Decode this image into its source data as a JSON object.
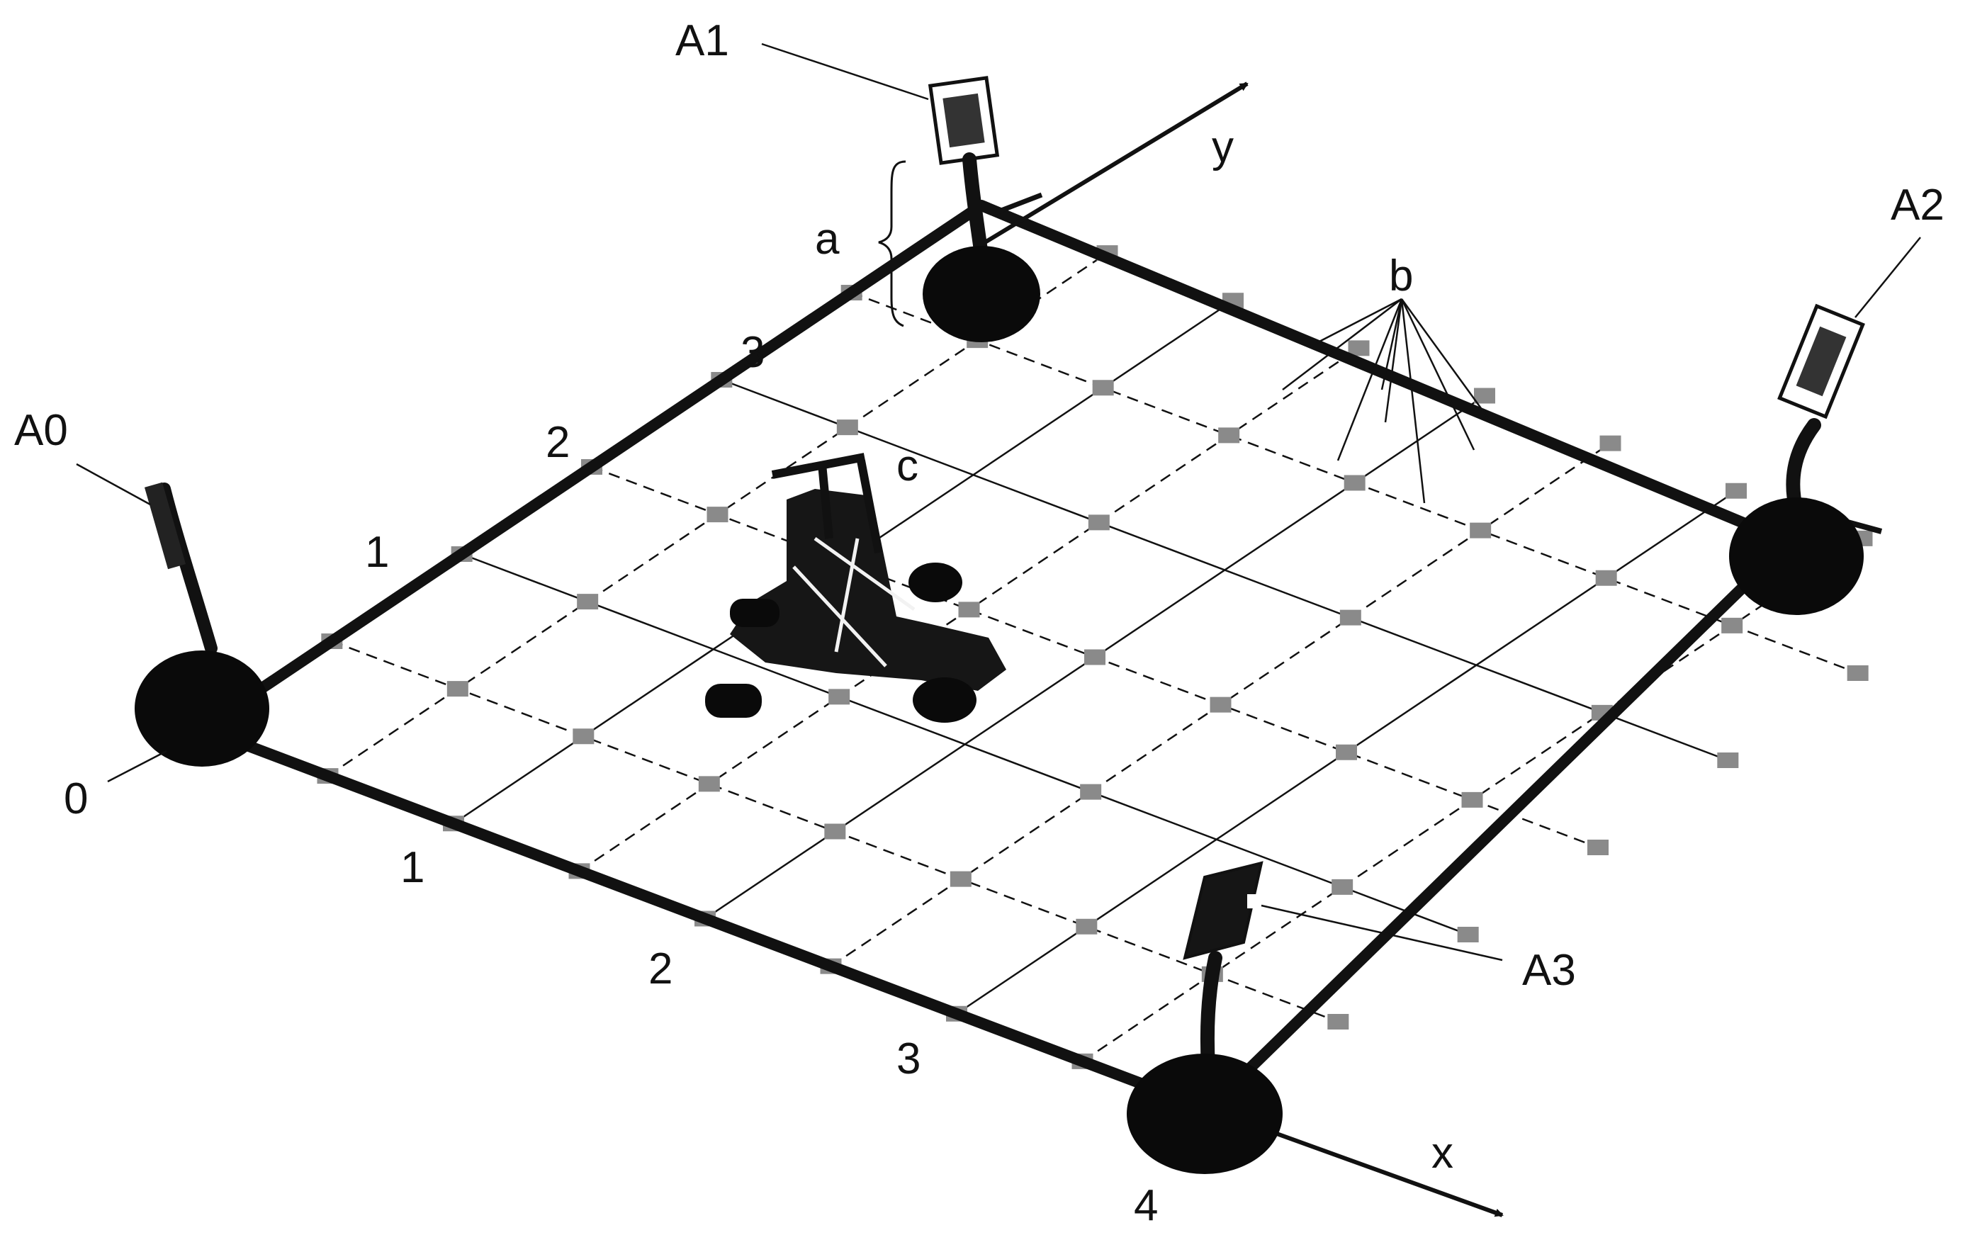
{
  "labels": {
    "a0": "A0",
    "a1": "A1",
    "a2": "A2",
    "a3": "A3",
    "origin": "0",
    "a": "a",
    "b": "b",
    "c": "c",
    "x_axis": "x",
    "y_axis": "y",
    "x_ticks": [
      "1",
      "2",
      "3",
      "4"
    ],
    "y_ticks": [
      "1",
      "2",
      "3"
    ]
  },
  "colors": {
    "line": "#111111",
    "marker": "#8a8a8a",
    "base": "#0a0a0a",
    "board": "#f2f2f2"
  },
  "icons": [
    "anchor-base-icon",
    "anchor-module-icon",
    "robot-car-icon",
    "axis-arrow-icon"
  ]
}
